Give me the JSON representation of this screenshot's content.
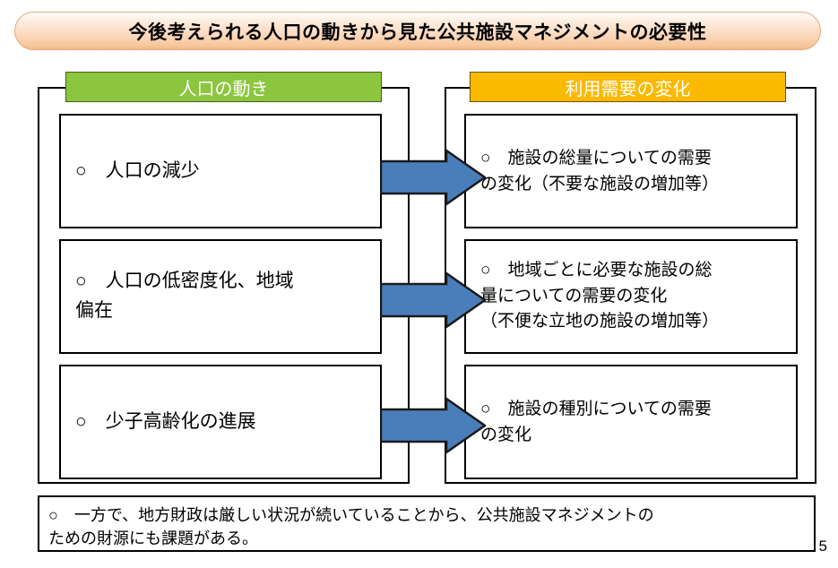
{
  "title": {
    "text": "今後考えられる人口の動きから見た公共施設マネジメントの必要性"
  },
  "columns": {
    "left": {
      "header": "人口の動き",
      "header_color": "#8CC63E",
      "boxes": [
        {
          "lines": [
            "○　人口の減少"
          ]
        },
        {
          "lines": [
            "○　人口の低密度化、地域",
            "偏在"
          ]
        },
        {
          "lines": [
            "○　少子高齢化の進展"
          ]
        }
      ]
    },
    "right": {
      "header": "利用需要の変化",
      "header_color": "#FBB900",
      "boxes": [
        {
          "lines": [
            "○　施設の総量についての需要",
            "の変化（不要な施設の増加等）"
          ]
        },
        {
          "lines": [
            "○　地域ごとに必要な施設の総",
            "量についての需要の変化",
            "（不便な立地の施設の増加等）"
          ]
        },
        {
          "lines": [
            "○　施設の種別についての需要",
            "の変化"
          ]
        }
      ]
    }
  },
  "arrows": {
    "color": "#4A7EBB",
    "outline": "#1a1a1a",
    "count": 3,
    "direction": "right"
  },
  "bottom_note": {
    "lines": [
      "○　一方で、地方財政は厳しい状況が続いていることから、公共施設マネジメントの",
      "ための財源にも課題がある。"
    ]
  },
  "page_number": "5"
}
